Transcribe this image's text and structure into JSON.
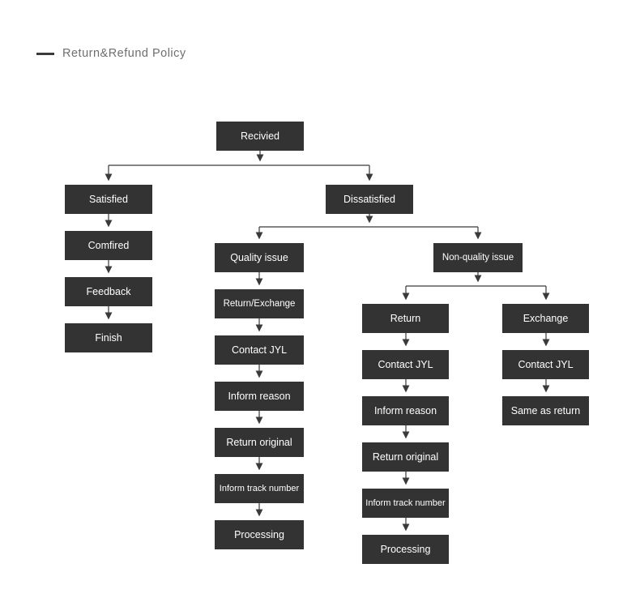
{
  "header": {
    "title": "Return&Refund Policy"
  },
  "colors": {
    "box_bg": "#333333",
    "box_text": "#ffffff",
    "line": "#3a3a3a",
    "title_text": "#6e6e6e",
    "page_bg": "#ffffff"
  },
  "diagram": {
    "nodes": {
      "recivied": "Recivied",
      "satisfied": "Satisfied",
      "comfired": "Comfired",
      "feedback": "Feedback",
      "finish": "Finish",
      "dissatisfied": "Dissatisfied",
      "quality_issue": "Quality issue",
      "return_exchange": "Return/Exchange",
      "contact_jyl_q": "Contact JYL",
      "inform_reason_q": "Inform reason",
      "return_original_q": "Return original",
      "inform_track_q": "Inform track number",
      "processing_q": "Processing",
      "non_quality_issue": "Non-quality issue",
      "return_node": "Return",
      "contact_jyl_r": "Contact JYL",
      "inform_reason_r": "Inform reason",
      "return_original_r": "Return original",
      "inform_track_r": "Inform track number",
      "processing_r": "Processing",
      "exchange": "Exchange",
      "contact_jyl_e": "Contact JYL",
      "same_as_return": "Same as return"
    },
    "edges": [
      [
        "Recivied",
        "Satisfied"
      ],
      [
        "Recivied",
        "Dissatisfied"
      ],
      [
        "Satisfied",
        "Comfired"
      ],
      [
        "Comfired",
        "Feedback"
      ],
      [
        "Feedback",
        "Finish"
      ],
      [
        "Dissatisfied",
        "Quality issue"
      ],
      [
        "Dissatisfied",
        "Non-quality issue"
      ],
      [
        "Quality issue",
        "Return/Exchange"
      ],
      [
        "Return/Exchange",
        "Contact JYL"
      ],
      [
        "Contact JYL",
        "Inform reason"
      ],
      [
        "Inform reason",
        "Return original"
      ],
      [
        "Return original",
        "Inform track number"
      ],
      [
        "Inform track number",
        "Processing"
      ],
      [
        "Non-quality issue",
        "Return"
      ],
      [
        "Non-quality issue",
        "Exchange"
      ],
      [
        "Return",
        "Contact JYL"
      ],
      [
        "Contact JYL",
        "Inform reason"
      ],
      [
        "Inform reason",
        "Return original"
      ],
      [
        "Return original",
        "Inform track number"
      ],
      [
        "Inform track number",
        "Processing"
      ],
      [
        "Exchange",
        "Contact JYL"
      ],
      [
        "Contact JYL",
        "Same as return"
      ]
    ]
  }
}
